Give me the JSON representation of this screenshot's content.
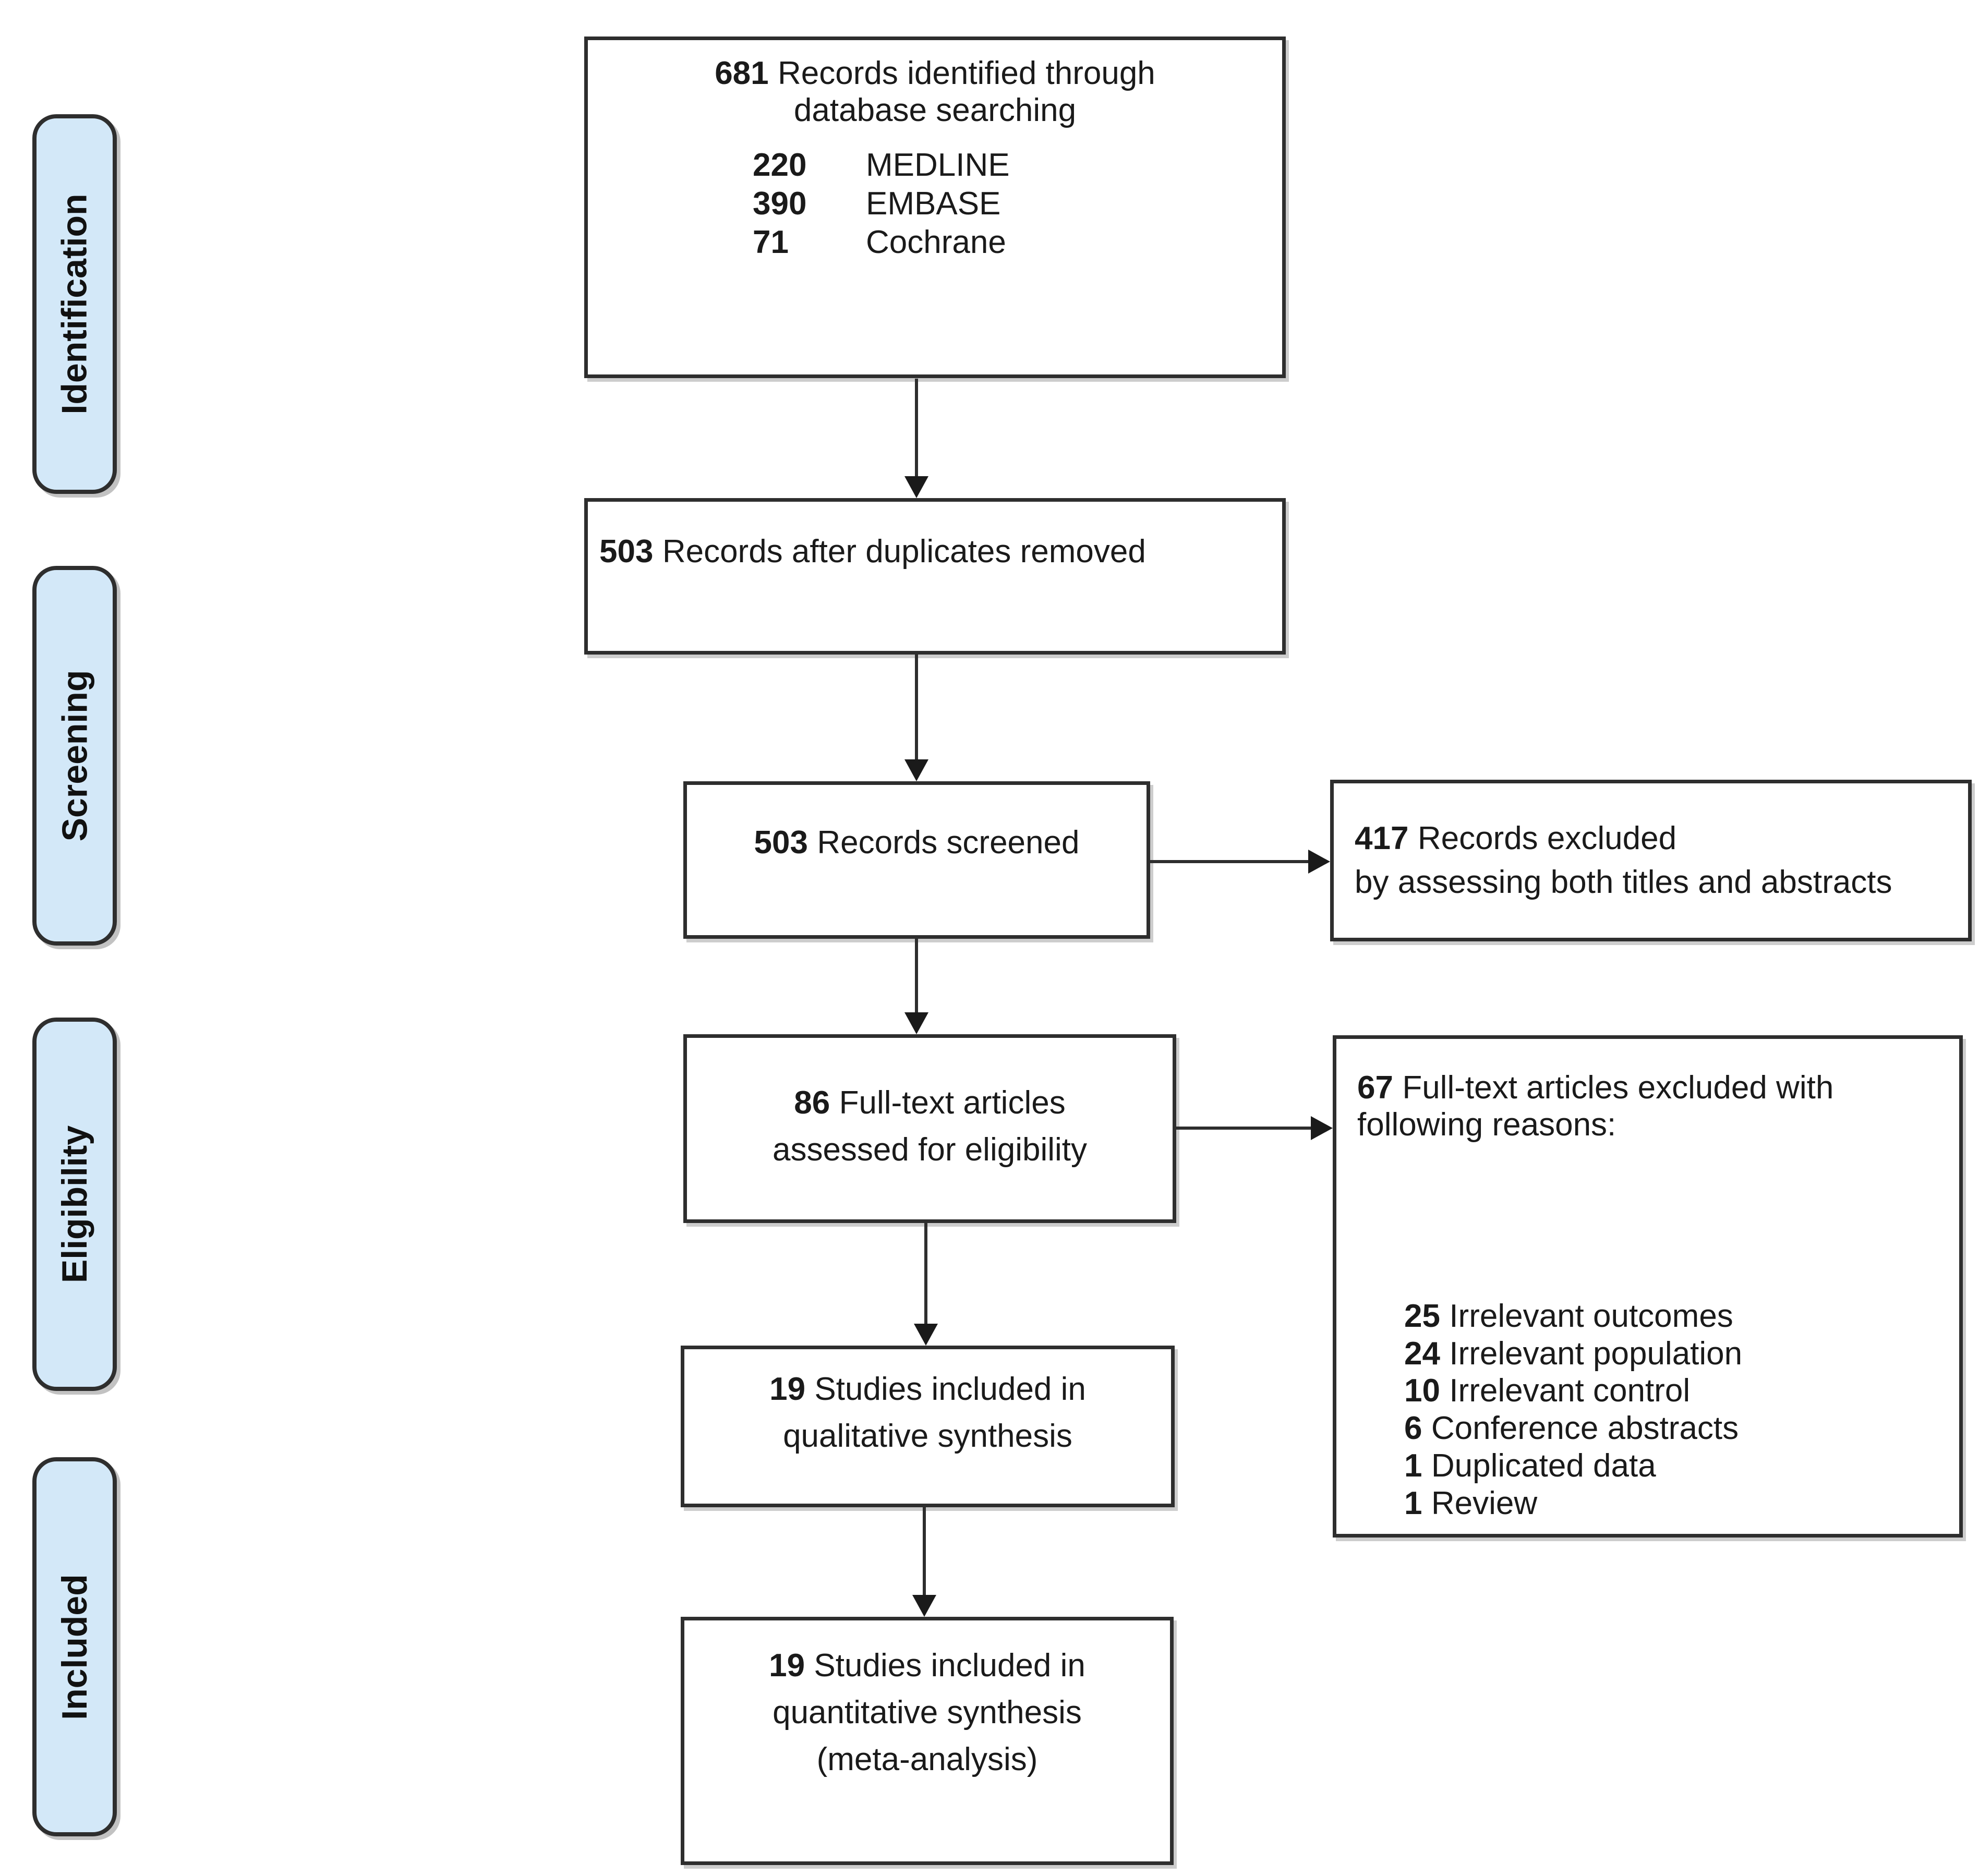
{
  "diagram": {
    "type": "prisma-flow",
    "colors": {
      "stage_fill": "#d3e8f8",
      "border": "#2e2e2e",
      "text": "#1a1a1a"
    },
    "stages": [
      {
        "label": "Identification"
      },
      {
        "label": "Screening"
      },
      {
        "label": "Eligibility"
      },
      {
        "label": "Included"
      }
    ],
    "boxes": {
      "identified": {
        "count": "681",
        "line1": "Records identified through",
        "line2": "database searching",
        "sources": [
          {
            "count": "220",
            "name": "MEDLINE"
          },
          {
            "count": "390",
            "name": "EMBASE"
          },
          {
            "count": "71",
            "name": "Cochrane"
          }
        ]
      },
      "deduplicated": {
        "count": "503",
        "text": "Records after duplicates removed"
      },
      "screened": {
        "count": "503",
        "text": "Records screened"
      },
      "excluded_screening": {
        "count": "417",
        "line1": "Records excluded",
        "line2": "by assessing both titles and abstracts"
      },
      "fulltext": {
        "count": "86",
        "line1": "Full-text articles",
        "line2": "assessed for eligibility"
      },
      "excluded_fulltext": {
        "count": "67",
        "line1": "Full-text articles excluded with",
        "line2": "following reasons:",
        "reasons": [
          {
            "count": "25",
            "reason": "Irrelevant outcomes"
          },
          {
            "count": "24",
            "reason": "Irrelevant population"
          },
          {
            "count": "10",
            "reason": "Irrelevant control"
          },
          {
            "count": "6",
            "reason": "Conference abstracts"
          },
          {
            "count": "1",
            "reason": "Duplicated data"
          },
          {
            "count": "1",
            "reason": "Review"
          }
        ]
      },
      "qualitative": {
        "count": "19",
        "line1": "Studies included in",
        "line2": "qualitative synthesis"
      },
      "quantitative": {
        "count": "19",
        "line1": "Studies included in",
        "line2": "quantitative synthesis",
        "line3": "(meta-analysis)"
      }
    }
  }
}
